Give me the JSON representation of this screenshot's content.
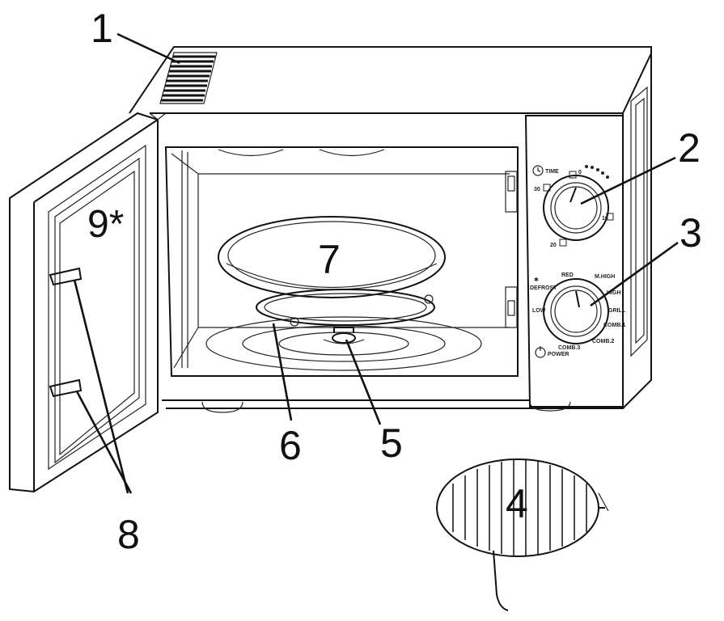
{
  "callouts": {
    "c1": "1",
    "c2": "2",
    "c3": "3",
    "c4": "4",
    "c5": "5",
    "c6": "6",
    "c7": "7",
    "c8": "8",
    "c9": "9*"
  },
  "panel": {
    "timer_label": "TIME",
    "power_label": "POWER",
    "power_settings": [
      "RED",
      "M.HIGH",
      "DEFROST",
      "LOW",
      "GRILL",
      "COMB.1",
      "COMB.2",
      "COMB.3",
      "HIGH"
    ],
    "timer_marks": [
      "30",
      "20",
      "10",
      "0"
    ]
  },
  "colors": {
    "line": "#111111",
    "background": "#ffffff"
  }
}
